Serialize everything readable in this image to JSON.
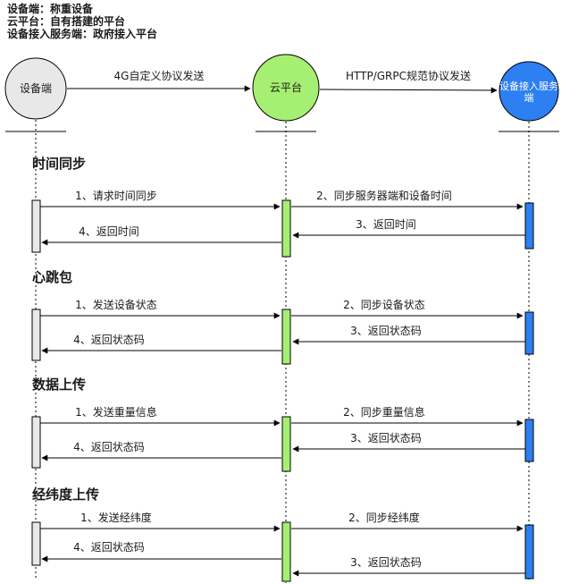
{
  "legend": {
    "line1": "设备端：称重设备",
    "line2": "云平台：自有搭建的平台",
    "line3": "设备接入服务端：政府接入平台"
  },
  "actors": {
    "device": {
      "label": "设备端"
    },
    "cloud": {
      "label": "云平台"
    },
    "service": {
      "line1": "设备接入服务",
      "line2": "端"
    }
  },
  "links": {
    "device_to_cloud": "4G自定义协议发送",
    "cloud_to_service": "HTTP/GRPC规范协议发送"
  },
  "colors": {
    "device": "#e8e8e8",
    "cloud": "#a5ef72",
    "service": "#2d7ff2",
    "legend": "#ff0000"
  },
  "sections": [
    {
      "title": "时间同步",
      "msg1": "1、请求时间同步",
      "msg2": "2、同步服务器端和设备时间",
      "msg3": "3、返回时间",
      "msg4": "4、返回时间"
    },
    {
      "title": "心跳包",
      "msg1": "1、发送设备状态",
      "msg2": "2、同步设备状态",
      "msg3": "3、返回状态码",
      "msg4": "4、返回状态码"
    },
    {
      "title": "数据上传",
      "msg1": "1、发送重量信息",
      "msg2": "2、同步重量信息",
      "msg3": "3、返回状态码",
      "msg4": "4、返回状态码"
    },
    {
      "title": "经纬度上传",
      "msg1": "1、发送经纬度",
      "msg2": "2、同步经纬度",
      "msg3": "3、返回状态码",
      "msg4": "4、返回状态码"
    }
  ]
}
